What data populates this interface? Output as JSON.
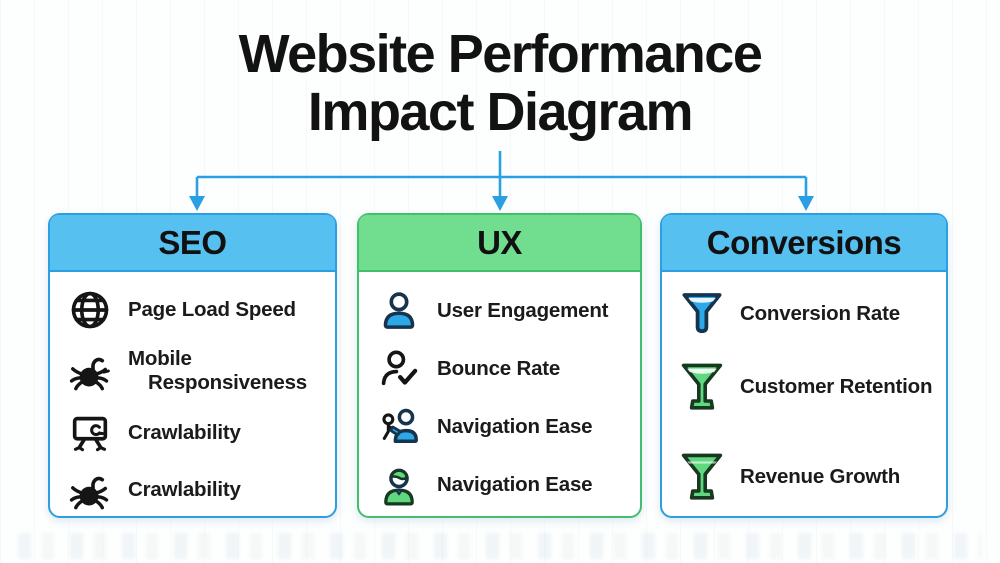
{
  "title": {
    "line1": "Website Performance",
    "line2": "Impact Diagram"
  },
  "colors": {
    "arrow_blue": "#2b9fe3",
    "header_blue_fill": "#56c0f0",
    "header_green_fill": "#71de8f",
    "border_blue": "#2d9fe0",
    "border_green": "#43be6d",
    "icon_blue": "#2da8e8",
    "icon_green": "#5fd87f",
    "title_text": "#121212"
  },
  "columns": [
    {
      "label": "SEO",
      "theme": "blue",
      "items": [
        {
          "icon": "globe-icon",
          "label": "Page Load Speed"
        },
        {
          "icon": "spider-icon",
          "label": "Mobile Responsiveness"
        },
        {
          "icon": "whiteboard-icon",
          "label": "Crawlability"
        },
        {
          "icon": "spider-icon",
          "label": "Crawlability"
        }
      ]
    },
    {
      "label": "UX",
      "theme": "green",
      "items": [
        {
          "icon": "user-icon",
          "label": "User Engagement"
        },
        {
          "icon": "user-check-icon",
          "label": "Bounce Rate"
        },
        {
          "icon": "users-icon",
          "label": "Navigation Ease"
        },
        {
          "icon": "support-agent-icon",
          "label": "Navigation Ease"
        }
      ]
    },
    {
      "label": "Conversions",
      "theme": "blue",
      "items": [
        {
          "icon": "funnel-icon",
          "label": "Conversion Rate"
        },
        {
          "icon": "martini-icon",
          "label": "Customer Retention"
        },
        {
          "icon": "martini-icon",
          "label": "Revenue Growth"
        }
      ]
    }
  ]
}
